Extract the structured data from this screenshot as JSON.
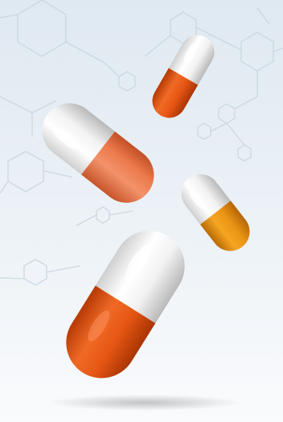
{
  "scene": {
    "subject": "capsules",
    "background": {
      "top": "#e6eef4",
      "bottom": "#f8fafc",
      "line": "#c9d7e2"
    },
    "capsules": [
      {
        "name": "capsule-top-small",
        "cap_color": "#e35214",
        "body_color": "#f4f4f4"
      },
      {
        "name": "capsule-left-large",
        "cap_color": "#e86a34",
        "body_color": "#f4f4f4"
      },
      {
        "name": "capsule-right-yellow",
        "cap_color": "#e5900f",
        "body_color": "#f4f4f4"
      },
      {
        "name": "capsule-bottom-large",
        "cap_color": "#e04a10",
        "body_color": "#f4f4f4"
      }
    ]
  }
}
